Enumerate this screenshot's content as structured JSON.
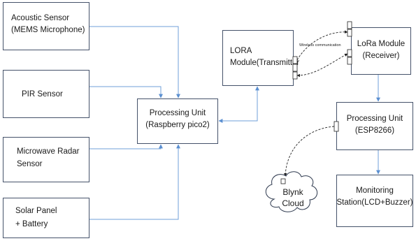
{
  "diagram": {
    "acoustic_sensor": {
      "line1": "Acoustic Sensor",
      "line2": "(MEMS Microphone)"
    },
    "pir_sensor": {
      "line1": "PIR Sensor"
    },
    "microwave_radar": {
      "line1": "Microwave Radar",
      "line2": "Sensor"
    },
    "solar_panel": {
      "line1": "Solar Panel",
      "line2": "+ Battery"
    },
    "processing_unit_pico": {
      "line1": "Processing Unit",
      "line2": "(Raspberry pico2)"
    },
    "lora_transmitter": {
      "line1": "LORA",
      "line2": "Module(Transmitter"
    },
    "lora_receiver": {
      "line1": "LoRa Module",
      "line2": "(Receiver)"
    },
    "wireless_label": "Wireless communication",
    "processing_unit_esp": {
      "line1": "Processing Unit",
      "line2": "(ESP8266)"
    },
    "blynk_cloud": {
      "line1": "Blynk",
      "line2": "Cloud"
    },
    "monitoring_station": {
      "line1": "Monitoring",
      "line2": "Station(LCD+Buzzer)"
    }
  }
}
